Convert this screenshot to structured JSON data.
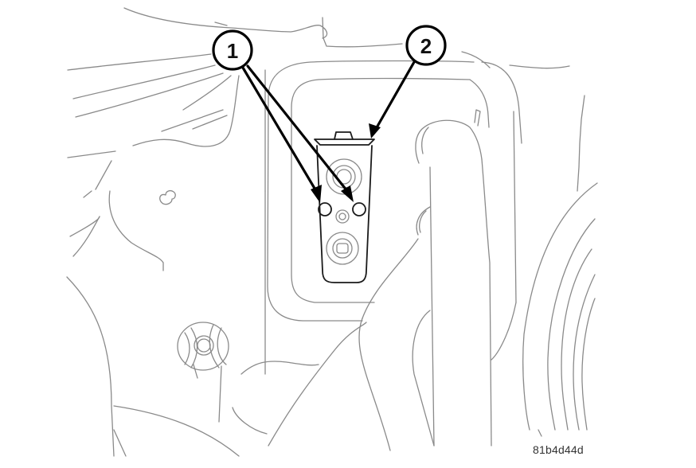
{
  "diagram": {
    "type": "technical-line-drawing",
    "subject": "expansion valve mounting",
    "callouts": [
      {
        "id": 1,
        "label": "1",
        "points_to": "two mounting studs/nuts on valve",
        "targets": 2
      },
      {
        "id": 2,
        "label": "2",
        "points_to": "expansion valve top / gasket"
      }
    ],
    "figure_id": "81b4d44d"
  },
  "colors": {
    "background": "#ffffff",
    "line": "#8a8a8a",
    "outline": "#1a1a1a",
    "callout": "#000000"
  }
}
